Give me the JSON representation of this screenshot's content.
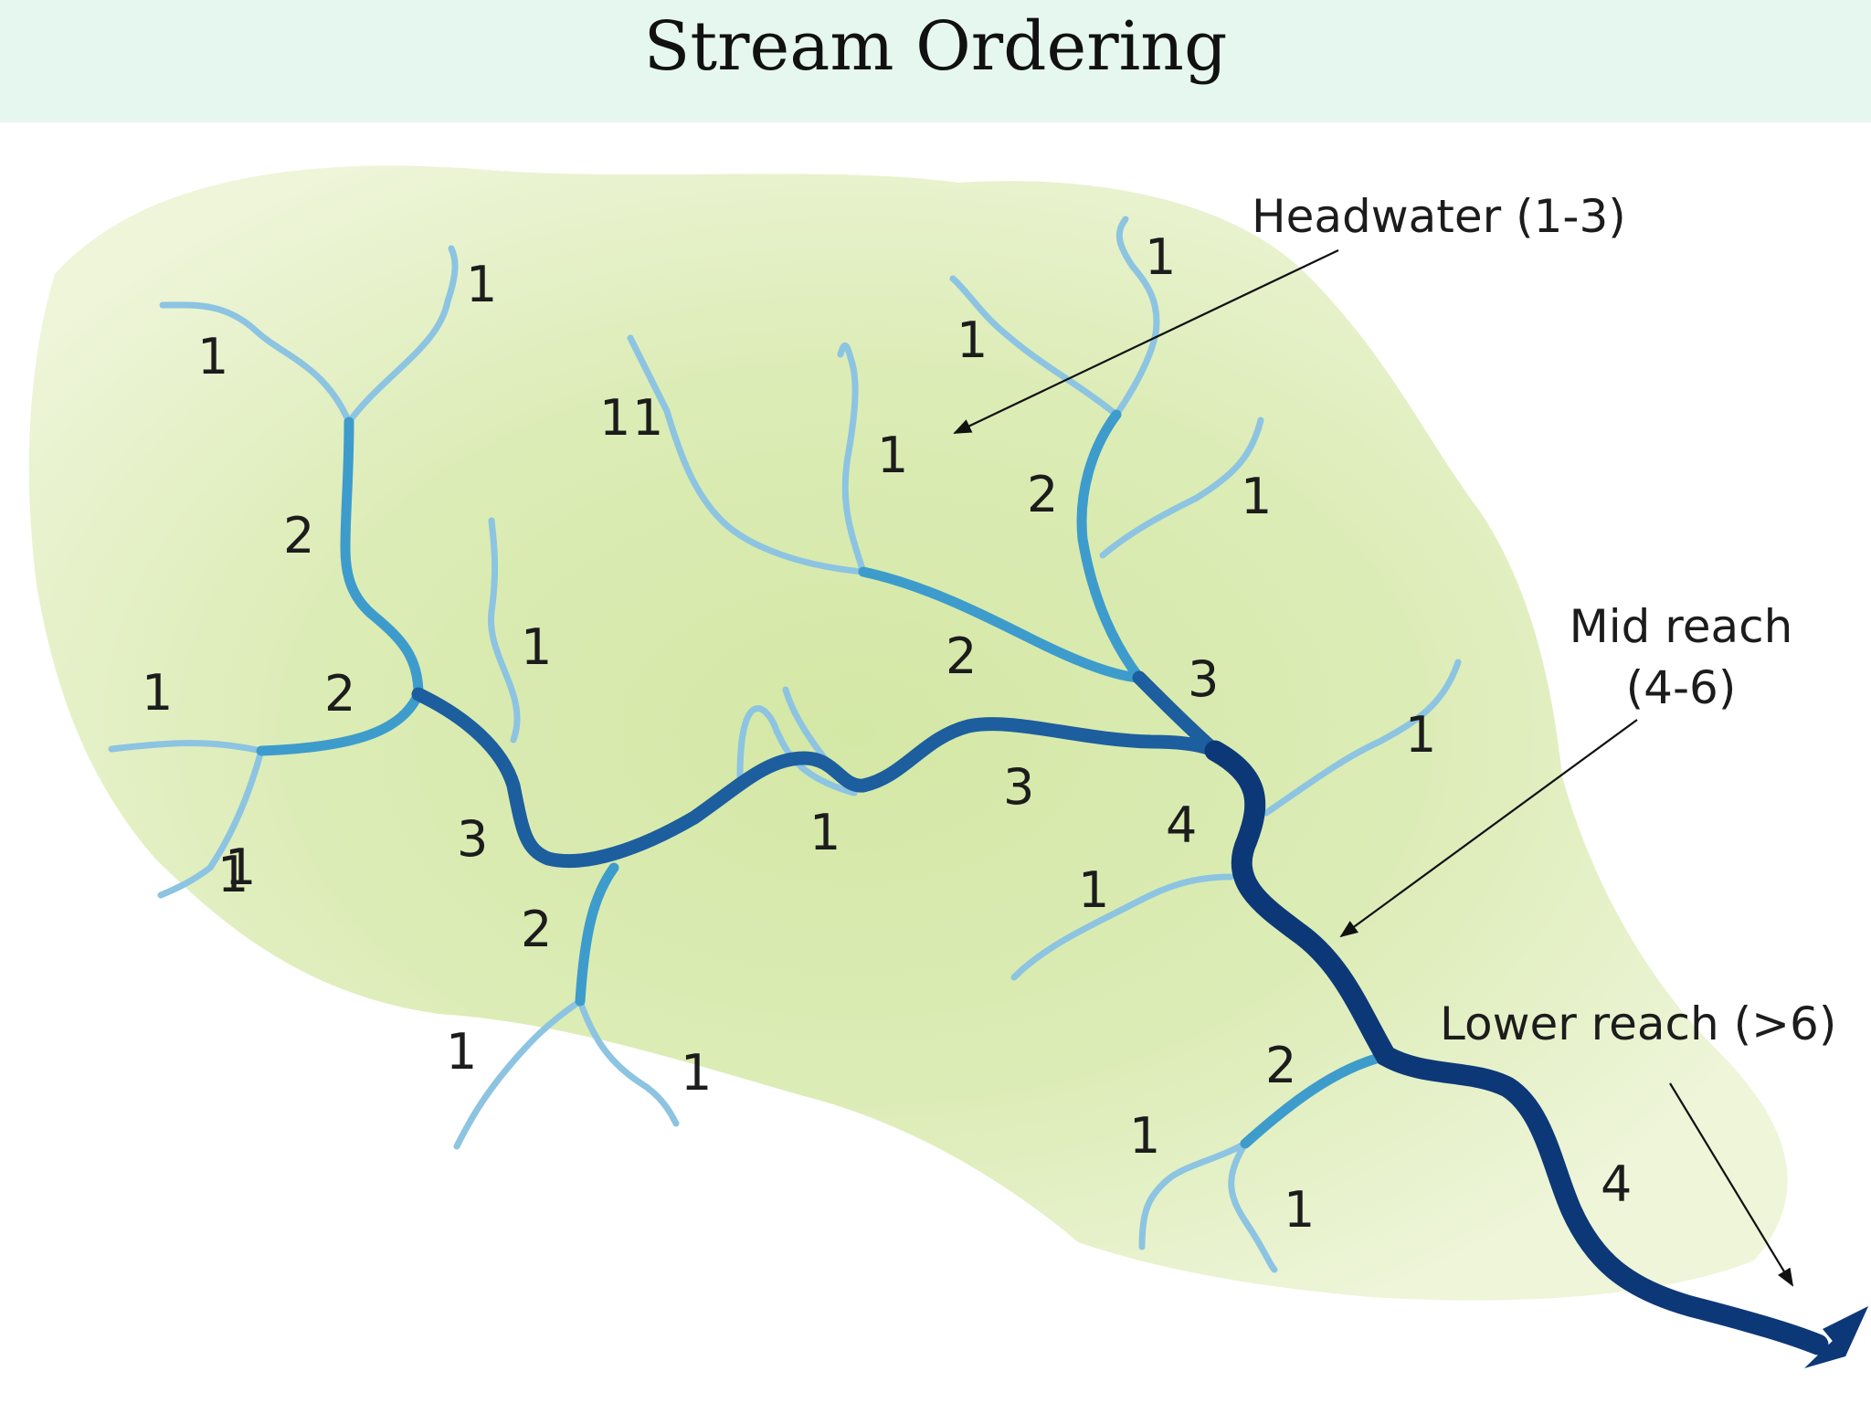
{
  "title": "Stream Ordering",
  "colors": {
    "watershed_outer": "#eef5d9",
    "watershed_inner": "#d4e8a6",
    "order_1": "#8cc4e2",
    "order_2": "#3d9ccc",
    "order_3": "#1c5e9e",
    "order_4": "#0d3878"
  },
  "zones": {
    "headwater": "Headwater (1-3)",
    "mid_reach_line1": "Mid reach",
    "mid_reach_line2": "(4-6)",
    "lower_reach": "Lower reach (>6)"
  },
  "stream_labels": [
    "1",
    "1",
    "1",
    "1",
    "1",
    "1",
    "1",
    "1",
    "1",
    "1",
    "1",
    "1",
    "1",
    "1",
    "1",
    "1",
    "1",
    "1",
    "1",
    "2",
    "2",
    "2",
    "2",
    "2",
    "2",
    "3",
    "3",
    "3",
    "4",
    "4"
  ]
}
